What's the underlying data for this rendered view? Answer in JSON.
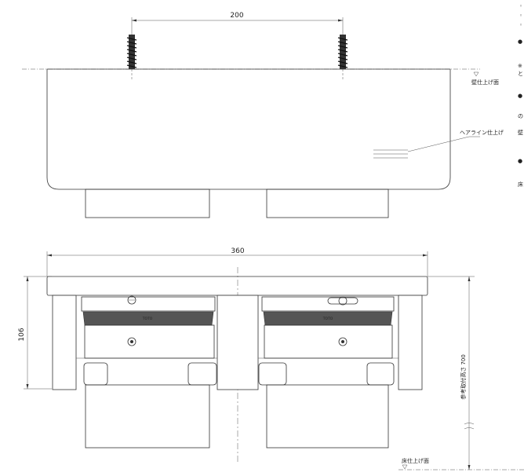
{
  "top_view": {
    "screw_spacing": "200",
    "wall_finish": "壁仕上げ面",
    "hairline": "ヘアライン仕上げ"
  },
  "front_view": {
    "width": "360",
    "height": "106",
    "install_height": "参考取付高さ 700",
    "floor_finish": "床仕上げ面",
    "brand_left": "TOTO",
    "brand_right": "TOTO"
  },
  "side_notes": [
    "●",
    "※",
    "と",
    "●",
    "の",
    "壁",
    "●",
    "床"
  ]
}
